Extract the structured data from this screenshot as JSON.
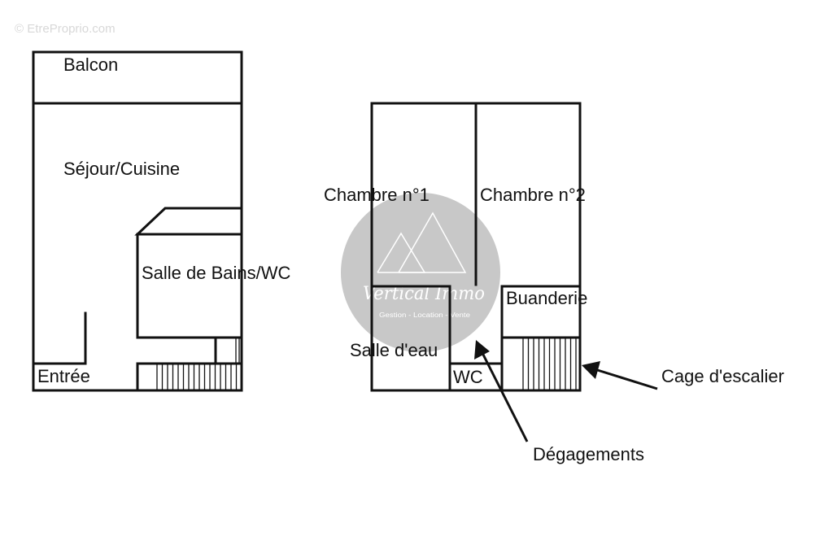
{
  "copyright": "© EtreProprio.com",
  "watermark": {
    "brand": "Vertical Immo",
    "tagline": "Gestion - Location - Vente",
    "color": "#c8c8c8"
  },
  "rooms_left": {
    "balcon": "Balcon",
    "sejour": "Séjour/Cuisine",
    "sdb": "Salle de Bains/WC",
    "entree": "Entrée"
  },
  "rooms_right": {
    "chambre1": "Chambre n°1",
    "chambre2": "Chambre n°2",
    "buanderie": "Buanderie",
    "salle_eau": "Salle d'eau",
    "wc": "WC"
  },
  "annotations": {
    "cage": "Cage d'escalier",
    "degagements": "Dégagements"
  }
}
